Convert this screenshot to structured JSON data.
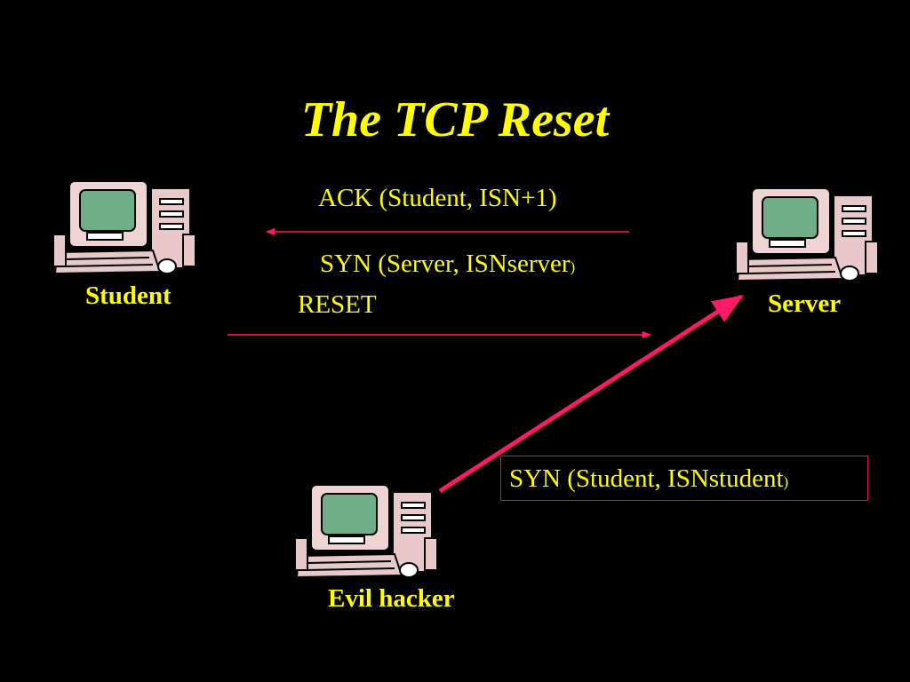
{
  "slide": {
    "title": "The TCP Reset",
    "nodes": {
      "student": {
        "label": "Student",
        "icon": "computer-icon"
      },
      "server": {
        "label": "Server",
        "icon": "computer-icon"
      },
      "hacker": {
        "label": "Evil hacker",
        "icon": "computer-icon"
      }
    },
    "messages": {
      "ack": "ACK (Student, ISN+1)",
      "syn_server_main": "SYN (Server, ISNserver",
      "syn_server_paren": ")",
      "reset": "RESET",
      "syn_student_main": "SYN (Student, ISNstudent",
      "syn_student_paren": ")"
    },
    "colors": {
      "background": "#000000",
      "text": "#ffff00",
      "arrow": "#ff1a66"
    }
  }
}
